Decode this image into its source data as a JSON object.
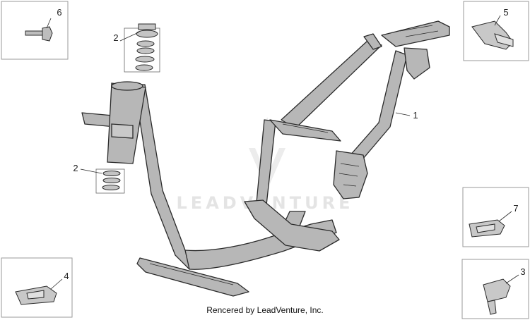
{
  "watermark": {
    "brand": "LEADVENTURE",
    "logo_icon": "flame-v-logo-icon"
  },
  "callouts": [
    {
      "id": "6",
      "label": "6"
    },
    {
      "id": "2a",
      "label": "2"
    },
    {
      "id": "2b",
      "label": "2"
    },
    {
      "id": "1",
      "label": "1"
    },
    {
      "id": "5",
      "label": "5"
    },
    {
      "id": "7",
      "label": "7"
    },
    {
      "id": "4",
      "label": "4"
    },
    {
      "id": "3",
      "label": "3"
    }
  ],
  "credit": "Rencered by LeadVenture, Inc.",
  "colors": {
    "frame_fill": "#b7b7b7",
    "line": "#2a2a2a",
    "box_border": "#9a9a9a",
    "watermark": "#e4e4e4"
  }
}
